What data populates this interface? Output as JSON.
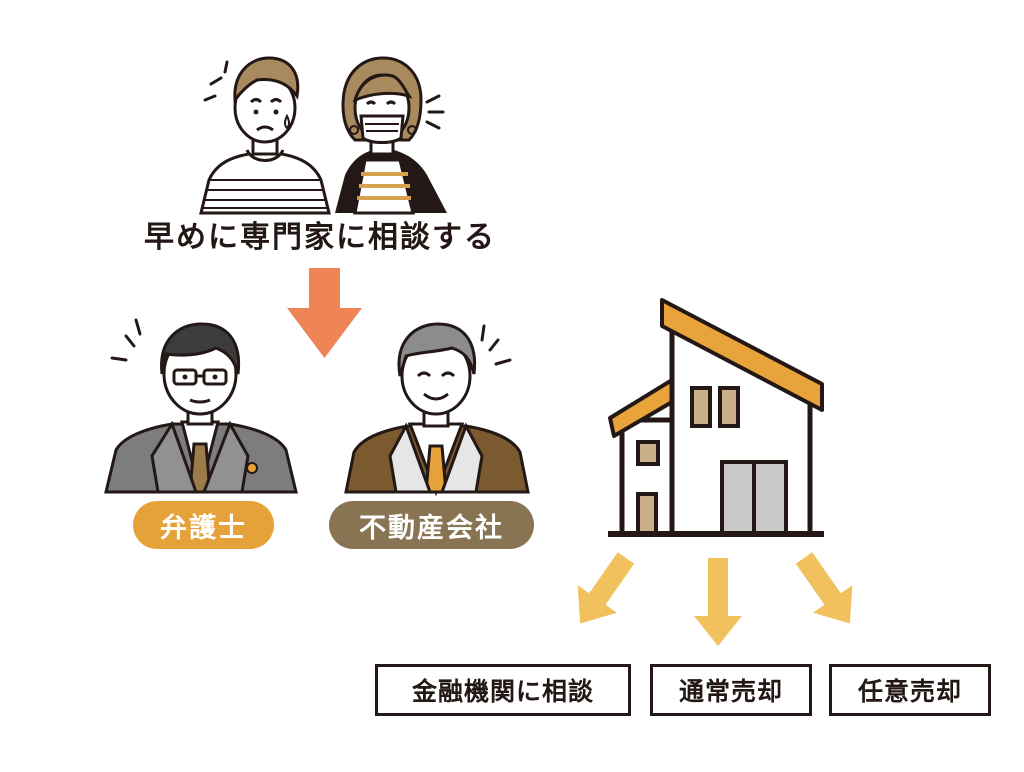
{
  "heading": "早めに専門家に相談する",
  "experts": {
    "lawyer": "弁護士",
    "real_estate": "不動産会社"
  },
  "options": [
    "金融機関に相談",
    "通常売却",
    "任意売却"
  ],
  "colors": {
    "text": "#231815",
    "main_arrow": "#ef8557",
    "lawyer_pill": "#e6a23a",
    "real_estate_pill": "#887453",
    "option_arrows": "#f0c15c",
    "roof": "#e8a43a",
    "window": "#c9b089",
    "door": "#c9c9ca"
  },
  "icons": [
    "worried-couple-icon",
    "lawyer-icon",
    "real-estate-agent-icon",
    "house-icon"
  ]
}
